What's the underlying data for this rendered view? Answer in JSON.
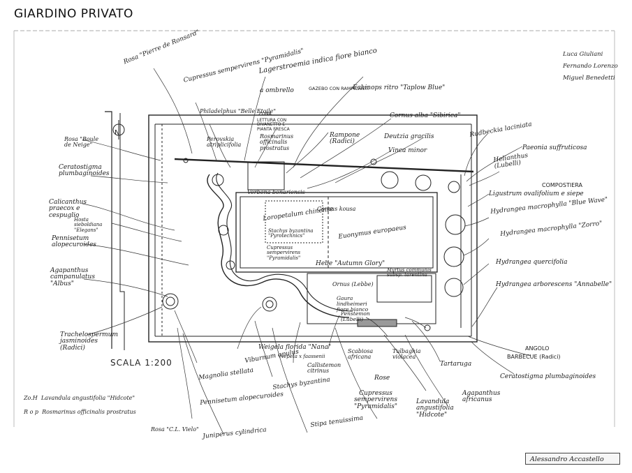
{
  "title": "GIARDINO PRIVATO",
  "authors": [
    "Luca Giuliani",
    "Fernando Lorenzo",
    "Miguel Benedetti"
  ],
  "scale_label": "SCALA 1:200",
  "signature": "Alessandro Accastello",
  "legend": {
    "line1_code": "Zo.H",
    "line1_text": "Lavandula angustifolia \"Hidcote\"",
    "line2_code": "R o p",
    "line2_text": "Rosmarinus officinalis prostratus"
  },
  "labels": {
    "rosa_pierre": "Rosa \"Pierre de Ronsard\"",
    "cupressus_top": "Cupressus sempervirens \"Pyramidalis\"",
    "lagerstroemia": "Lagerstroemia indica fiore bianco",
    "a_ombrello": "a ombrello",
    "gazebo": "GAZEBO CON RAMPICANTI",
    "echinops": "Echinops ritro \"Taplow Blue\"",
    "philadelphus": "Philadelphus \"Belle Etoile\"",
    "zona": "ZONA",
    "lettura": "LETTURA CON DIVANETTO E PIANTA FRESCA",
    "rosmarinus_top": "Rosmarinus officinalis prostratus",
    "perovskia": "Perovskia atriplicifolia",
    "rampone": "Rampone (Radici)",
    "cornus": "Cornus alba \"Sibirica\"",
    "deutzia": "Deutzia gracilis",
    "vinca": "Vinca minor",
    "rudbeckia": "Rudbeckia laciniata",
    "paeonia": "Paeonia suffruticosa",
    "rosa_boule": "Rosa \"Boule de Neige\"",
    "ceratostigma_left": "Ceratostigma plumbaginoides",
    "verbena": "Verbena bonariensis",
    "cornus_kousa": "Cornus kousa",
    "helianthus": "Helianthus (Lubelli)",
    "compostiera": "COMPOSTIERA",
    "calicanthus": "Calicanthus praecox e cespuglio",
    "hosta": "Hosta sieboldiana \"Elegans\"",
    "loropetalum": "Loropetalum chinense",
    "ligustrum": "Ligustrum ovalifolium e siepe",
    "hydrangea_bluewave": "Hydrangea macrophylla \"Blue Wave\"",
    "pennisetum_left": "Pennisetum alopecuroides",
    "stachys_top": "Stachys byzantina \"Pyrotechnics\"",
    "euonymus": "Euonymus europaeus",
    "cupressus_mid": "Cupressus sempervirens \"Pyramidalis\"",
    "hydrangea_zorro": "Hydrangea macrophylla \"Zorro\"",
    "agapanthus_left": "Agapanthus campanulatus \"Albus\"",
    "hebe": "Hebe \"Autumn Glory\"",
    "myrtus": "Myrtus communis subsp. tarentina",
    "hydrangea_quercifolia": "Hydrangea quercifolia",
    "ornus": "Ornus (Lebbe)",
    "gaura": "Gaura lindheimeri fiore bianco",
    "penstemon": "Penstemon (Lubelli)",
    "hydrangea_annabelle": "Hydrangea arborescens \"Annabelle\"",
    "trachelospermum": "Trachelospermum jasminoides (Radici)",
    "weigela": "Weigela florida \"Nana\"",
    "nepeta": "Nepeta x faassenii",
    "scabiosa": "Scabiosa africana",
    "tulbaghia": "Tulbaghia violacea",
    "angolo": "ANGOLO",
    "barbecue": "BARBECUE (Radici)",
    "viburnum": "Viburnum opulus",
    "callistemon": "Callistemon citrinus",
    "rose_mid": "Rose",
    "tartaruga": "Tartaruga",
    "ceratostigma_right": "Ceratostigma plumbaginoides",
    "magnolia": "Magnolia stellata",
    "stachys_bottom": "Stachys byzantina",
    "cupressus_bottom": "Cupressus sempervirens \"Pyramidalis\"",
    "lavandula": "Lavandula angustifolia \"Hidcote\"",
    "agapanthus_bottom": "Agapanthus africanus",
    "pennisetum_bottom": "Pennisetum alopecuroides",
    "rosa_clvielo": "Rosa \"C.L. Vielo\"",
    "juniperus": "Juniperus cylindrica",
    "stipa": "Stipa tenuissima"
  }
}
